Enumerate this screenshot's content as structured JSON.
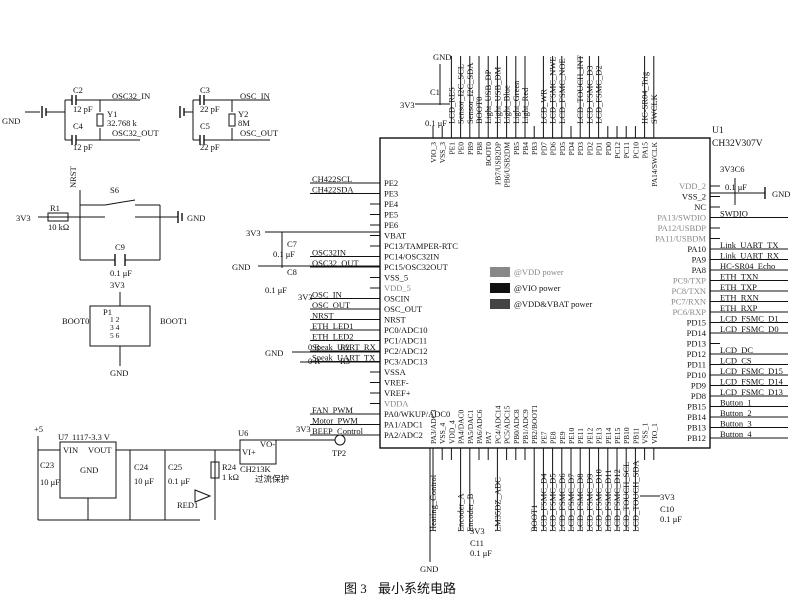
{
  "caption": {
    "fig": "图 3",
    "title": "最小系统电路"
  },
  "mcu": {
    "ref": "U1",
    "part": "CH32V307V",
    "legend": [
      "@VDD power",
      "@VIO power",
      "@VDD&VBAT power"
    ],
    "left_inner": [
      "PE2",
      "PE3",
      "PE4",
      "PE5",
      "PE6",
      "VBAT",
      "PC13/TAMPER-RTC",
      "PC14/OSC32IN",
      "PC15/OSC32OUT",
      "VSS_5",
      "VDD_5",
      "OSCIN",
      "OSC_OUT",
      "NRST",
      "PC0/ADC10",
      "PC1/ADC11",
      "PC2/ADC12",
      "PC3/ADC13",
      "VSSA",
      "VREF-",
      "VREF+",
      "VDDA",
      "PA0/WKUP/ADC0",
      "PA1/ADC1",
      "PA2/ADC2"
    ],
    "left_nets": [
      "CH422SCL",
      "CH422SDA",
      "",
      "",
      "",
      "",
      "",
      "OSC32IN",
      "OSC32_OUT",
      "",
      "",
      "OSC_IN",
      "OSC_OUT",
      "NRST",
      "ETH_LED1",
      "ETH_LED2",
      "Speak_UART_RX",
      "Speak_UART_TX",
      "",
      "",
      "",
      "",
      "FAN_PWM",
      "Motor_PWM",
      "BEEP_Control"
    ],
    "right_inner": [
      "VDD_2",
      "VSS_2",
      "NC",
      "PA13/SWDIO",
      "PA12/USBDP",
      "PA11/USBDM",
      "PA10",
      "PA9",
      "PA8",
      "PC9/TXP",
      "PC8/TXN",
      "PC7/RXN",
      "PC6/RXP",
      "PD15",
      "PD14",
      "PD13",
      "PD12",
      "PD11",
      "PD10",
      "PD9",
      "PD8",
      "PB15",
      "PB14",
      "PB13",
      "PB12"
    ],
    "right_nets": [
      "",
      "",
      "",
      "SWDIO",
      "",
      "",
      "Link_UART_TX",
      "Link_UART_RX",
      "HC-SR04_Echo",
      "ETH_TXN",
      "ETH_TXP",
      "ETH_RXN",
      "ETH_RXP",
      "LCD_FSMC_D1",
      "LCD_FSMC_D0",
      "",
      "LCD_DC",
      "LCD_CS",
      "LCD_FSMC_D15",
      "LCD_FSMC_D14",
      "LCD_FSMC_D13",
      "Button_1",
      "Button_2",
      "Button_3",
      "Button_4"
    ],
    "top_inner": [
      "VIO_3",
      "VSS_3",
      "PE1",
      "PE0",
      "PB9",
      "PB8",
      "BOOT0",
      "PB7/USB2DP",
      "PB6/USB2DM",
      "PB5",
      "PB4",
      "PB3",
      "PD7",
      "PD6",
      "PD5",
      "PD4",
      "PD3",
      "PD2",
      "PD1",
      "PD0",
      "PC12",
      "PC11",
      "PC10",
      "PA15",
      "PA14/SWCLK"
    ],
    "top_nets": [
      "",
      "",
      "LCD_RES",
      "Sensor_I2C_SCL",
      "Sensor_I2C_SDA",
      "BOOT0",
      "Light_USB_DP",
      "Light_USB_DM",
      "Light_Blue",
      "Light_Green",
      "Light_Red",
      "",
      "LCD_WR",
      "LCD_FSMC_NWE",
      "LCD_FSMC_NOE",
      "",
      "LCD_TOUCH_INT",
      "LCD_FSMC_D3",
      "LCD_FSMC_D2",
      "",
      "",
      "",
      "",
      "HC-SR04_Trig",
      "SWCLK"
    ],
    "bottom_inner": [
      "PA3/ADC3",
      "VSS_4",
      "VDD_4",
      "PA4/DAC0",
      "PA5/DAC1",
      "PA6/ADC6",
      "PA7",
      "PC4/ADC14",
      "PC5/ADC15",
      "PB0/ADC8",
      "PB1/ADC9",
      "PB2/BOOT1",
      "PE7",
      "PE8",
      "PE9",
      "PE10",
      "PE11",
      "PE12",
      "PE13",
      "PE14",
      "PE15",
      "PB10",
      "PB11",
      "VSS_1",
      "VIO_1"
    ],
    "bottom_nets": [
      "Heating_Control",
      "",
      "",
      "Encoder_A",
      "Encoder_B",
      "",
      "",
      "LM35DZ_ADC",
      "",
      "",
      "",
      "BOOT1",
      "LCD_FSMC_D4",
      "LCD_FSMC_D5",
      "LCD_FSMC_D6",
      "LCD_FSMC_D7",
      "LCD_FSMC_D8",
      "LCD_FSMC_D9",
      "LCD_FSMC_D10",
      "LCD_FSMC_D11",
      "LCD_FSMC_D12",
      "LCD_TOUCH_SCL",
      "LCD_TOUCH_SDA",
      "",
      ""
    ]
  },
  "labels": {
    "gnd": "GND",
    "v33": "3V3",
    "v5": "+5",
    "c2": "C2",
    "c2v": "12 pF",
    "c4": "C4",
    "c4v": "12 pF",
    "y1": "Y1",
    "y1v": "32.768 k",
    "osc32in": "OSC32_IN",
    "osc32out": "OSC32_OUT",
    "c3": "C3",
    "c3v": "22 pF",
    "c5": "C5",
    "c5v": "22 pF",
    "y2": "Y2",
    "y2v": "8M",
    "oscin": "OSC_IN",
    "oscout": "OSC_OUT",
    "nrst": "NRST",
    "s6": "S6",
    "r1": "R1",
    "r1v": "10 kΩ",
    "c9": "C9",
    "c9v": "0.1 μF",
    "p1": "P1",
    "boot0": "BOOT0",
    "boot1": "BOOT1",
    "u7": "U7",
    "u7p": "1117-3.3 V",
    "vin": "VIN",
    "vout": "VOUT",
    "c23": "C23",
    "c23v": "10 μF",
    "c24": "C24",
    "c24v": "10 μF",
    "c25": "C25",
    "c25v": "0.1 μF",
    "r24": "R24",
    "r24v": "1 kΩ",
    "red1": "RED1",
    "u6": "U6",
    "u6p": "CH213K",
    "u6d": "过流保护",
    "vi": "VI+",
    "vo": "VO-",
    "tp2": "TP2",
    "c7": "C7",
    "c7v": "0.1 μF",
    "c8": "C8",
    "c8v": "0.1 μF",
    "r2": "R2",
    "r3": "R3",
    "r0": "0 R",
    "c6": "C6",
    "c6v": "0.1 μF",
    "v3c6": "3V3C6",
    "c1": "C1",
    "c1v": "0.1 μF",
    "c10": "C10",
    "c10v": "0.1 μF",
    "c11": "C11",
    "c11v": "0.1 μF"
  }
}
